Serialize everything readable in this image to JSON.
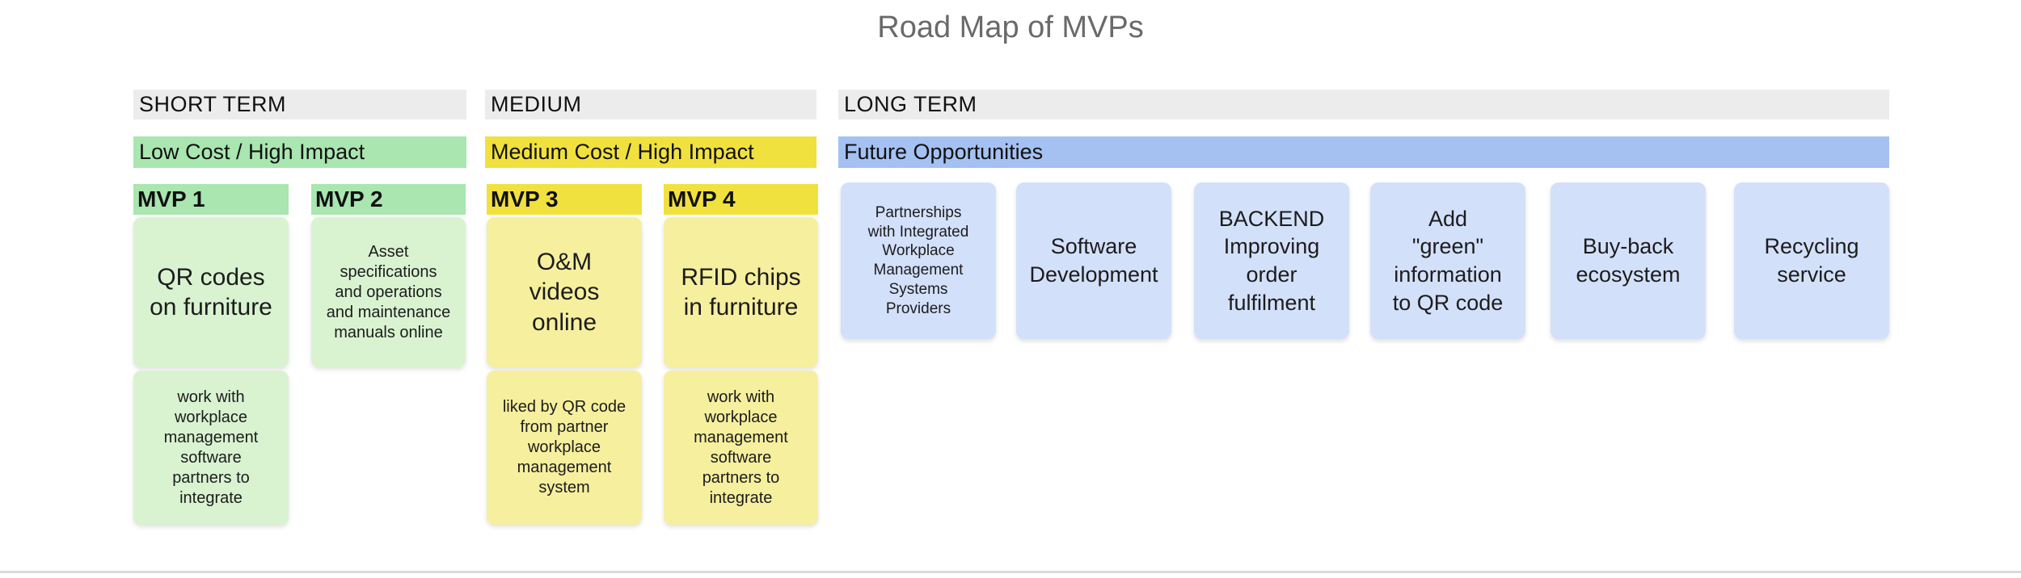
{
  "title": "Road Map of MVPs",
  "colors": {
    "section_header_bg": "#ececec",
    "green_accent": "#a9e6b0",
    "green_note": "#d9f3d1",
    "yellow_accent": "#f1e13e",
    "yellow_note": "#f6ef9e",
    "blue_accent": "#a4c1f2",
    "blue_note": "#d3e0fa",
    "title_text": "#6a6a6a",
    "divider": "#d9d9d9"
  },
  "sections": [
    {
      "term_label": "SHORT TERM",
      "impact_label": "Low Cost / High Impact",
      "columns": [
        {
          "header": "MVP 1",
          "main_note": "QR codes\non furniture",
          "sub_note": "work with\nworkplace\nmanagement\nsoftware\npartners to\nintegrate"
        },
        {
          "header": "MVP 2",
          "main_note": "Asset\nspecifications\nand operations\nand maintenance\nmanuals online"
        }
      ]
    },
    {
      "term_label": "MEDIUM",
      "impact_label": "Medium Cost / High Impact",
      "columns": [
        {
          "header": "MVP 3",
          "main_note": "O&M\nvideos\nonline",
          "sub_note": "liked by QR code\nfrom partner\nworkplace\nmanagement\nsystem"
        },
        {
          "header": "MVP 4",
          "main_note": "RFID chips\nin furniture",
          "sub_note": "work with\nworkplace\nmanagement\nsoftware\npartners to\nintegrate"
        }
      ]
    },
    {
      "term_label": "LONG TERM",
      "impact_label": "Future Opportunities",
      "notes": [
        "Partnerships\nwith Integrated\nWorkplace\nManagement\nSystems\nProviders",
        "Software\nDevelopment",
        "BACKEND\nImproving\norder\nfulfilment",
        "Add\n\"green\"\ninformation\nto QR code",
        "Buy-back\necosystem",
        "Recycling\nservice"
      ]
    }
  ]
}
